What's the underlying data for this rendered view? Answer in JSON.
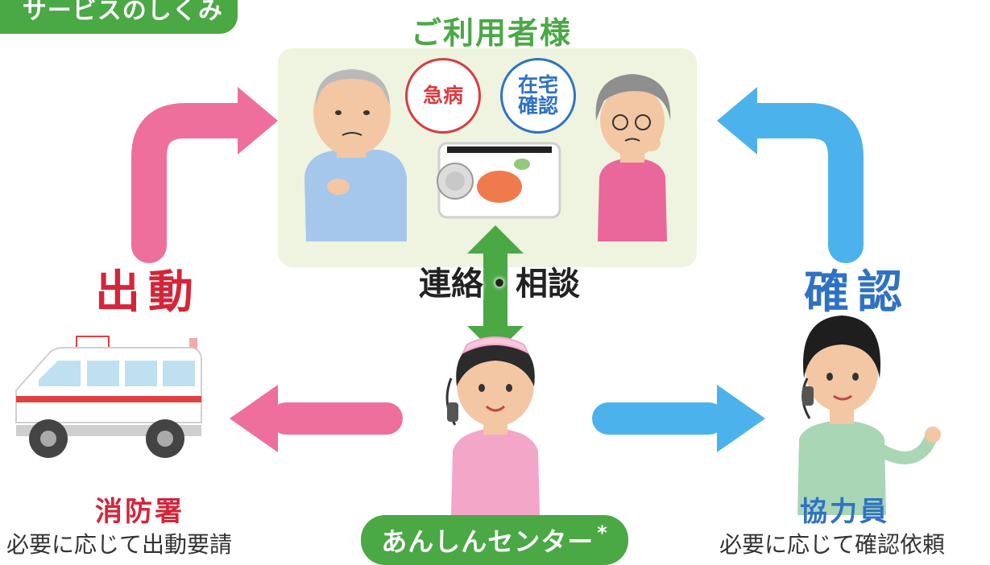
{
  "header": {
    "title": "サービスのしくみ"
  },
  "users": {
    "title": "ご利用者様"
  },
  "badges": {
    "emergency": "急病",
    "home_check": "在宅確認"
  },
  "labels": {
    "dispatch": "出動",
    "confirm": "確認",
    "contact": "連絡・相談"
  },
  "fire_station": {
    "title": "消防署",
    "desc": "必要に応じて出動要請"
  },
  "cooperator": {
    "title": "協力員",
    "desc": "必要に応じて確認依頼"
  },
  "center": {
    "title": "あんしんセンター",
    "note": "*"
  },
  "colors": {
    "green": "#4aa845",
    "pink": "#ee6f9c",
    "blue": "#4cb2ec",
    "red": "#d4253a",
    "dark_blue": "#2f72c4"
  }
}
